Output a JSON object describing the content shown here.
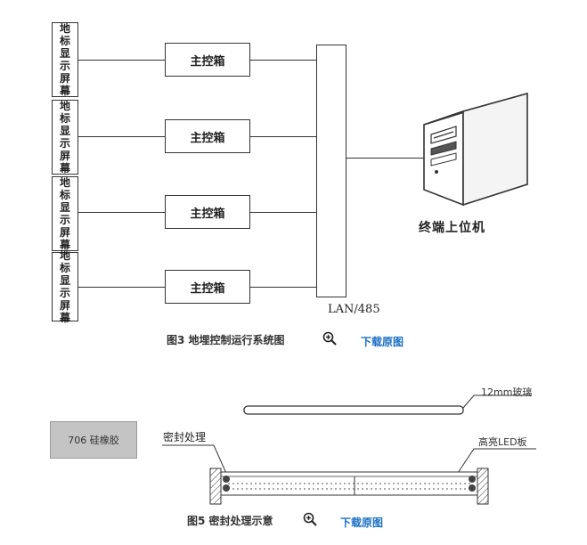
{
  "fig3": {
    "screen_label_chars": [
      "地",
      "标",
      "显",
      "示",
      "屏",
      "幕"
    ],
    "main_box_label": "主控箱",
    "bus_label": "LAN/485",
    "terminal_label": "终端上位机",
    "caption": "图3 地埋控制运行系统图",
    "download": "下载原图"
  },
  "fig5": {
    "sealant_label": "706 硅橡胶",
    "glass_label": "12mm玻璃",
    "seal_label": "密封处理",
    "led_label": "高亮LED板",
    "caption": "图5 密封处理示意",
    "download": "下载原图"
  },
  "icons": {
    "zoom": "zoom-in-icon"
  }
}
